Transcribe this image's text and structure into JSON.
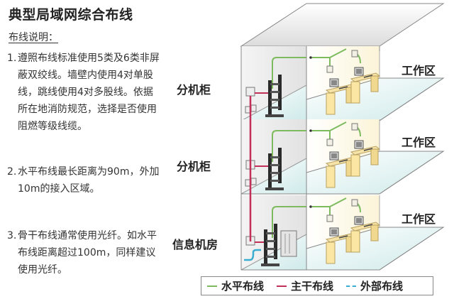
{
  "title": "典型局域网综合布线",
  "notes_heading": "布线说明：",
  "notes": [
    {
      "num": "1.",
      "text": "遵照布线标准使用5类及6类非屏蔽双绞线。墙壁内使用4对单股线，跳线使用4对多股线。依据所在地消防规范，选择是否使用阻燃等级线缆。"
    },
    {
      "num": "2.",
      "text": "水平布线最长距离为90m，外加10m的接入区域。"
    },
    {
      "num": "3.",
      "text": "骨干布线通常使用光纤。如水平布线距离超过100m，同样建议使用光纤。"
    }
  ],
  "diagram": {
    "floors": [
      {
        "left_label": "分机柜",
        "right_label": "工作区"
      },
      {
        "left_label": "分机柜",
        "right_label": "工作区"
      },
      {
        "left_label": "信息机房",
        "right_label": "工作区"
      }
    ]
  },
  "legend": [
    {
      "label": "水平布线",
      "color": "#7dbb5e",
      "style": "solid"
    },
    {
      "label": "主干布线",
      "color": "#c2305a",
      "style": "solid"
    },
    {
      "label": "外部布线",
      "color": "#3aaed0",
      "style": "dashed"
    }
  ]
}
